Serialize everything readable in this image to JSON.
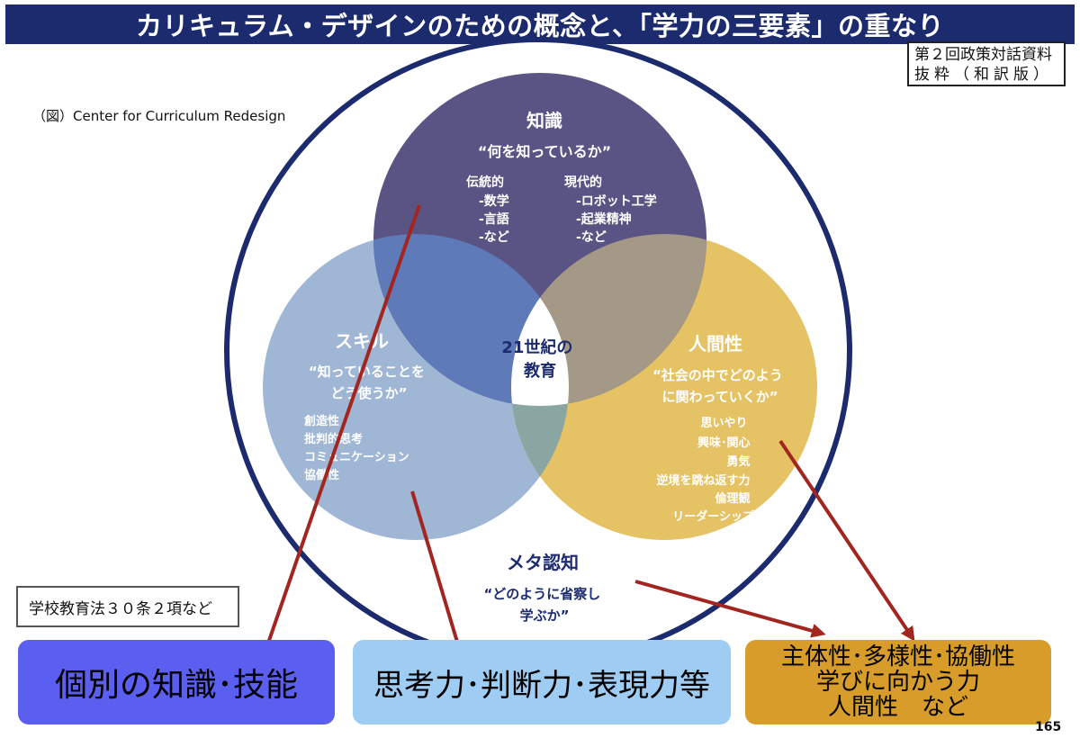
{
  "title": "カリキュラム・デザインのための概念と、「学力の三要素」の重なり",
  "source_note": [
    "第２回政策対話資料",
    "抜粋（和訳版）"
  ],
  "credit": "（図）Center for Curriculum Redesign",
  "center_label": [
    "21世紀の",
    "教育"
  ],
  "knowledge": {
    "title": "知識",
    "question": "“何を知っているか”",
    "traditional_title": "伝統的",
    "traditional_items": [
      "-数学",
      "-言語",
      "-など"
    ],
    "modern_title": "現代的",
    "modern_items": [
      "-ロボット工学",
      "-起業精神",
      "-など"
    ]
  },
  "skills": {
    "title": "スキル",
    "question": [
      "“知っていることを",
      "どう使うか”"
    ],
    "items": [
      "創造性",
      "批判的思考",
      "コミュニケーション",
      "協働性"
    ]
  },
  "character": {
    "title": "人間性",
    "question": [
      "“社会の中でどのよう",
      "に関わっていくか”"
    ],
    "items": [
      "思いやり",
      "興味･関心",
      "勇気",
      "逆境を跳ね返す力",
      "倫理観",
      "リーダーシップ"
    ]
  },
  "meta": {
    "title": "メタ認知",
    "question": [
      "“どのように省察し",
      "学ぶか”"
    ]
  },
  "law_note": "学校教育法３０条２項など",
  "results": {
    "knowledge_skills": "個別の知識･技能",
    "thinking": "思考力･判断力･表現力等",
    "attitude": [
      "主体性･多様性･協働性",
      "学びに向かう力",
      "人間性　など"
    ]
  },
  "page_number": "165",
  "colors": {
    "title_bg": "#1c2a6e",
    "knowledge_circle": "#5a5484",
    "skills_circle": "#9fb6d4",
    "character_circle": "#e5c264",
    "outer_circle": "#1c2a6e",
    "arrow": "#a3251f",
    "result_knowledge": "#5a5ff0",
    "result_thinking": "#9fccf2",
    "result_attitude": "#d79c29"
  }
}
